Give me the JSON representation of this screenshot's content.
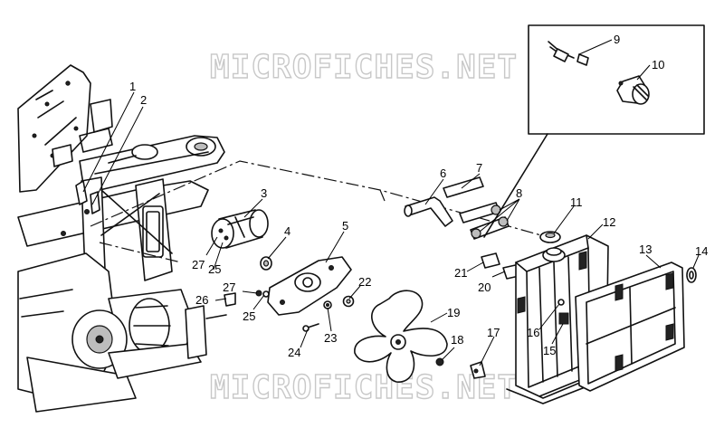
{
  "watermark": {
    "text": "MICROFICHES.NET"
  },
  "callouts": [
    {
      "id": "1",
      "label": "1"
    },
    {
      "id": "2",
      "label": "2"
    },
    {
      "id": "3",
      "label": "3"
    },
    {
      "id": "4",
      "label": "4"
    },
    {
      "id": "5",
      "label": "5"
    },
    {
      "id": "6",
      "label": "6"
    },
    {
      "id": "7",
      "label": "7"
    },
    {
      "id": "8",
      "label": "8"
    },
    {
      "id": "9",
      "label": "9"
    },
    {
      "id": "10",
      "label": "10"
    },
    {
      "id": "11",
      "label": "11"
    },
    {
      "id": "12",
      "label": "12"
    },
    {
      "id": "13",
      "label": "13"
    },
    {
      "id": "14",
      "label": "14"
    },
    {
      "id": "15",
      "label": "15"
    },
    {
      "id": "16",
      "label": "16"
    },
    {
      "id": "17",
      "label": "17"
    },
    {
      "id": "18",
      "label": "18"
    },
    {
      "id": "19",
      "label": "19"
    },
    {
      "id": "20",
      "label": "20"
    },
    {
      "id": "21",
      "label": "21"
    },
    {
      "id": "22",
      "label": "22"
    },
    {
      "id": "23",
      "label": "23"
    },
    {
      "id": "24",
      "label": "24"
    },
    {
      "id": "25a",
      "label": "25"
    },
    {
      "id": "25b",
      "label": "25"
    },
    {
      "id": "26",
      "label": "26"
    },
    {
      "id": "27a",
      "label": "27"
    },
    {
      "id": "27b",
      "label": "27"
    }
  ]
}
